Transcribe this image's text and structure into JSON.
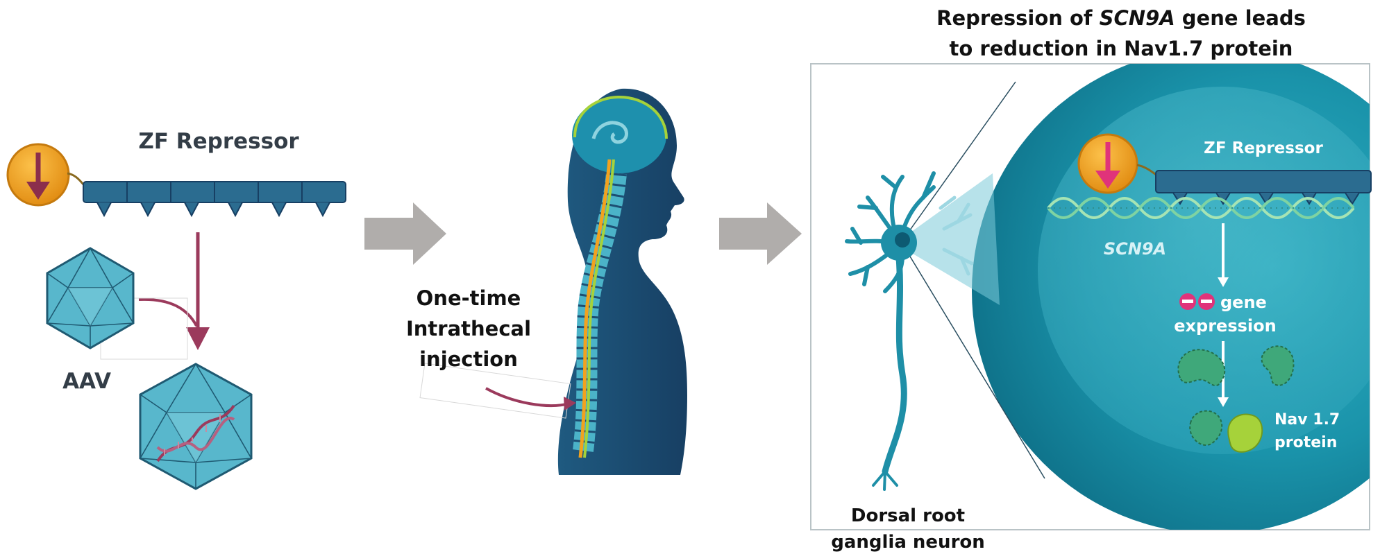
{
  "panel1": {
    "repressor_title": "ZF Repressor",
    "aav_label": "AAV"
  },
  "panel2": {
    "injection_line1": "One-time",
    "injection_line2": "Intrathecal",
    "injection_line3": "injection"
  },
  "panel3": {
    "heading_line1_pre": "Repression of ",
    "heading_line1_em": "SCN9A",
    "heading_line1_post": " gene leads",
    "heading_line2": "to reduction in Nav1.7 protein",
    "zoom_repressor_label": "ZF Repressor",
    "gene_label": "SCN9A",
    "expression_line1": "gene",
    "expression_line2": "expression",
    "protein_line1": "Nav 1.7",
    "protein_line2": "protein",
    "neuron_line1": "Dorsal root",
    "neuron_line2": "ganglia neuron"
  },
  "colors": {
    "teal_dark": "#0e6e86",
    "teal": "#1e9bb0",
    "teal_light": "#62c6d3",
    "navy": "#1d4e73",
    "orange": "#f2a21e",
    "magenta": "#e0337a",
    "maroon": "#9b3a5c",
    "green": "#3fa87a",
    "lime": "#a6d23a",
    "gray_arrow": "#b0adab"
  },
  "icons": [
    "repressor-down-arrow-icon",
    "aav-capsid-icon",
    "dna-helix-icon",
    "human-silhouette-icon",
    "neuron-icon",
    "process-arrow-icon"
  ]
}
